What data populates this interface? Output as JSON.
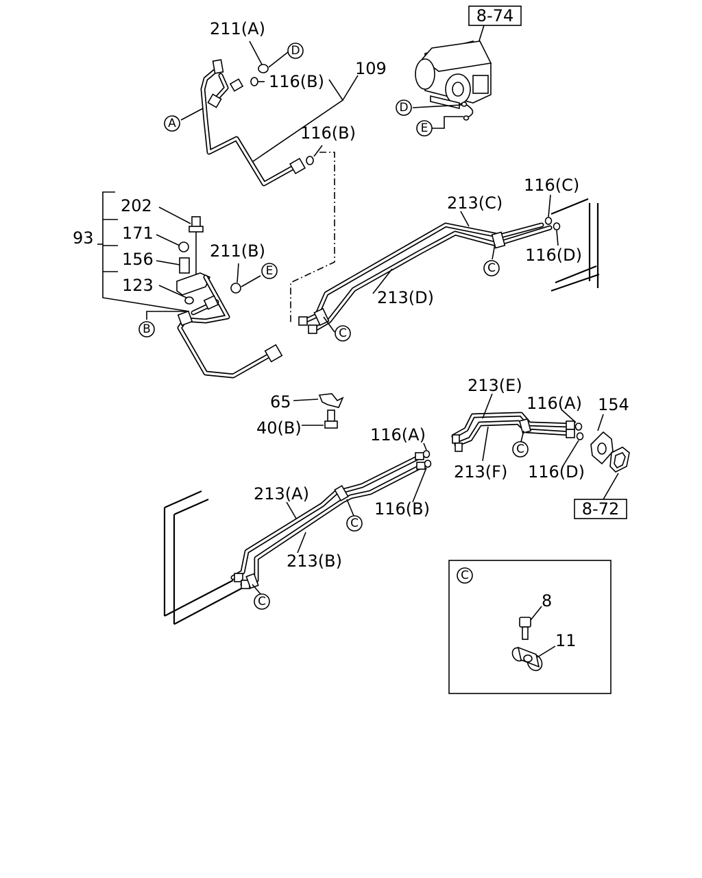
{
  "labels": {
    "l_211a": "211(A)",
    "l_116b_1": "116(B)",
    "l_109": "109",
    "l_116b_2": "116(B)",
    "l_874": "8-74",
    "l_202": "202",
    "l_171": "171",
    "l_93": "93",
    "l_156": "156",
    "l_211b": "211(B)",
    "l_123": "123",
    "l_213c": "213(C)",
    "l_116c": "116(C)",
    "l_116d_1": "116(D)",
    "l_213d": "213(D)",
    "l_213e": "213(E)",
    "l_65": "65",
    "l_40b": "40(B)",
    "l_116a_1": "116(A)",
    "l_116a_2": "116(A)",
    "l_154": "154",
    "l_213f": "213(F)",
    "l_116d_2": "116(D)",
    "l_213a": "213(A)",
    "l_116b_3": "116(B)",
    "l_872": "8-72",
    "l_213b": "213(B)",
    "l_8": "8",
    "l_11": "11"
  },
  "callouts": {
    "a": "A",
    "b": "B",
    "c": "C",
    "d": "D",
    "e": "E"
  }
}
